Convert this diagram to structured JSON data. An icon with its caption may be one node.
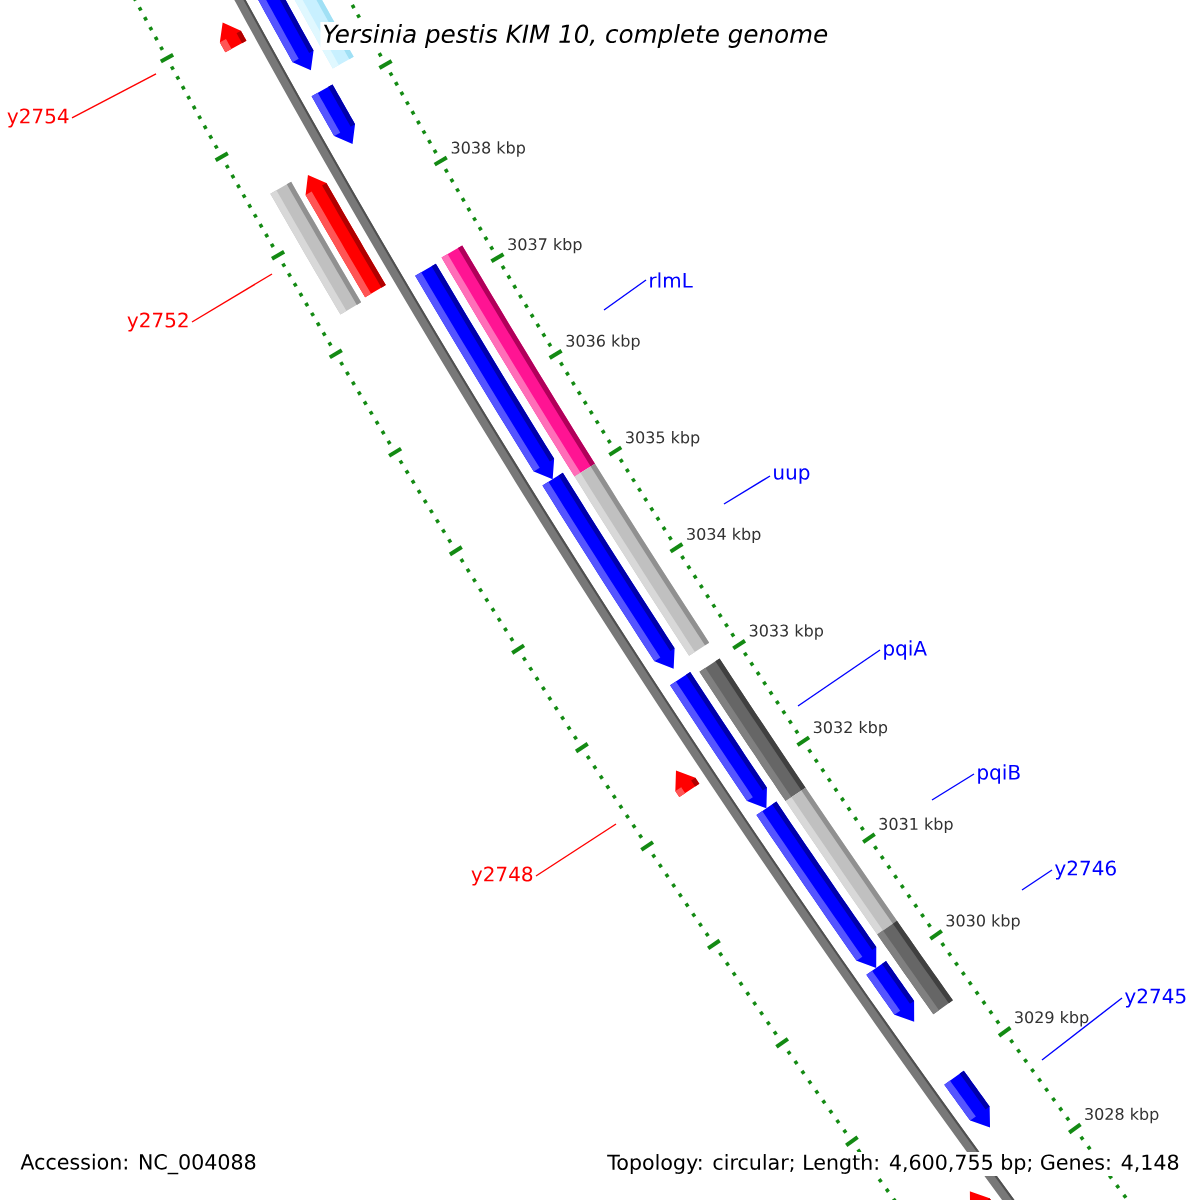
{
  "diagram": {
    "title": "Yersinia pestis KIM 10, complete genome",
    "nodes": [
      {
        "text": [
          "y2754"
        ]
      },
      {
        "text": [
          "rlmL"
        ]
      },
      {
        "text": [
          "y2752"
        ]
      },
      {
        "text": [
          "uup"
        ]
      },
      {
        "text": [
          "pqiA"
        ]
      },
      {
        "text": [
          "pqiB"
        ]
      },
      {
        "text": [
          "y2748"
        ]
      },
      {
        "text": [
          "y2746"
        ]
      },
      {
        "text": [
          "y2745"
        ]
      }
    ],
    "edges": [
      {
        "from": 0,
        "to": null,
        "arrow": "none",
        "color": "#ff0000"
      },
      {
        "from": 1,
        "to": null,
        "arrow": "none"
      },
      {
        "from": 2,
        "to": null,
        "arrow": "none",
        "color": "#ff0000"
      },
      {
        "from": 3,
        "to": null,
        "arrow": "none"
      },
      {
        "from": 4,
        "to": null,
        "arrow": "none"
      },
      {
        "from": 5,
        "to": null,
        "arrow": "none"
      },
      {
        "from": 6,
        "to": null,
        "arrow": "none",
        "color": "#ff0000"
      },
      {
        "from": 7,
        "to": null,
        "arrow": "none"
      },
      {
        "from": 8,
        "to": null,
        "arrow": "none"
      }
    ],
    "labels": [
      "3038 kbp",
      "3037 kbp",
      "3036 kbp",
      "3035 kbp",
      "3034 kbp",
      "3033 kbp",
      "3032 kbp",
      "3031 kbp",
      "3030 kbp",
      "3029 kbp",
      "3028 kbp",
      "Accession: NC_004088",
      "Topology: circular; Length: 4,600,755 bp; Genes: 4,148"
    ]
  }
}
